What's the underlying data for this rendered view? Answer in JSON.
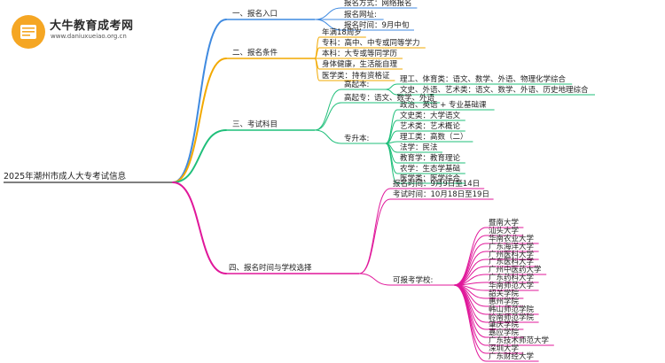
{
  "logo": {
    "title": "大牛教育成考网",
    "url": "www.daniuxueiao.org.cn"
  },
  "root": "2025年潮州市成人大专考试信息",
  "colors": {
    "b1": "#3f8ae0",
    "b2": "#f2a900",
    "b3": "#1fbf7a",
    "b4": "#e0179a"
  },
  "branches": {
    "b1": {
      "title": "一、报名入口",
      "items": [
        "报名方式：网络报名",
        "报名网址:",
        "报名时间：9月中旬"
      ]
    },
    "b2": {
      "title": "二、报名条件",
      "items": [
        "年满18周岁",
        "专科：高中、中专或同等学力",
        "本科：大专或等同学历",
        "身体健康，生活能自理",
        "医学类：持有资格证"
      ]
    },
    "b3": {
      "title": "三、考试科目",
      "gqb": {
        "title": "高起本:",
        "items": [
          "理工、体育类：语文、数学、外语、物理化学综合",
          "文史、外语、艺术类：语文、数学、外语、历史地理综合"
        ]
      },
      "gqz": "高起专：语文、数学、外语",
      "zsb": {
        "title": "专升本:",
        "items": [
          "政治、英语 + 专业基础课",
          "文史类：大学语文",
          "艺术类：艺术概论",
          "理工类：高数（二）",
          "法学：民法",
          "教育学：教育理论",
          "农学：生态学基础",
          "医学类：医学综合"
        ]
      }
    },
    "b4": {
      "title": "四、报名时间与学校选择",
      "items": [
        "报名时间：9月9日至14日",
        "考试时间：10月18日至19日"
      ],
      "schools_title": "可报考学校:",
      "schools": [
        "暨南大学",
        "汕头大学",
        "华南农业大学",
        "广东海洋大学",
        "广州医科大学",
        "广东医科大学",
        "广州中医药大学",
        "广东药科大学",
        "华南师范大学",
        "韶关学院",
        "惠州学院",
        "韩山师范学院",
        "岭南师范学院",
        "肇庆学院",
        "嘉应学院",
        "广东技术师范大学",
        "深圳大学",
        "广东财经大学"
      ]
    }
  }
}
